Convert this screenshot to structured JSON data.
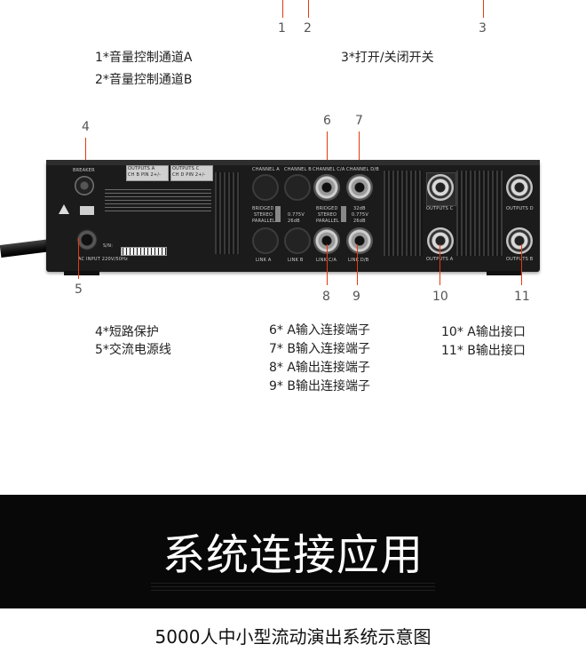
{
  "callout_numbers": {
    "n1": "1",
    "n2": "2",
    "n3": "3",
    "n4": "4",
    "n5": "5",
    "n6": "6",
    "n7": "7",
    "n8": "8",
    "n9": "9",
    "n10": "10",
    "n11": "11"
  },
  "labels": {
    "volume_a": "1*音量控制通道A",
    "volume_b": "2*音量控制通道B",
    "power_switch": "3*打开/关闭开关",
    "breaker": "4*短路保护",
    "ac_power": "5*交流电源线",
    "input_a": "6* A输入连接端子",
    "input_b": "7* B输入连接端子",
    "output_a_terminal": "8* A输出连接端子",
    "output_b_terminal": "9* B输出连接端子",
    "output_a_port": "10* A输出接口",
    "output_b_port": "11* B输出接口"
  },
  "device": {
    "breaker": "BREAKER",
    "outputs_a": "OUTPUTS A",
    "outputs_c": "OUTPUTS C",
    "ch_pins_ab": "CH B PIN 2+/-",
    "ch_pins_cd": "CH D PIN 2+/-",
    "channel_a": "CHANNEL A",
    "channel_b": "CHANNEL B",
    "channel_ca": "CHANNEL C/A",
    "channel_db": "CHANNEL D/B",
    "bridged": "BRIDGED",
    "stereo": "STEREO",
    "parallel": "PARALLEL",
    "sens_0775": "0.775V",
    "db26": "26dB",
    "db32": "32dB",
    "link_a": "LINK A",
    "link_b": "LINK B",
    "link_ca": "LINK C/A",
    "link_db": "LINK D/B",
    "outputs_c2": "OUTPUTS C",
    "outputs_d": "OUTPUTS D",
    "outputs_a2": "OUTPUTS A",
    "outputs_b": "OUTPUTS B",
    "sn": "S/N:",
    "ac_input": "AC INPUT 220V/50Hz"
  },
  "banner": {
    "title": "系统连接应用"
  },
  "caption": "5000人中小型流动演出系统示意图",
  "colors": {
    "callout_line": "#e8380d",
    "banner_bg": "#080808",
    "banner_text": "#ffffff"
  }
}
